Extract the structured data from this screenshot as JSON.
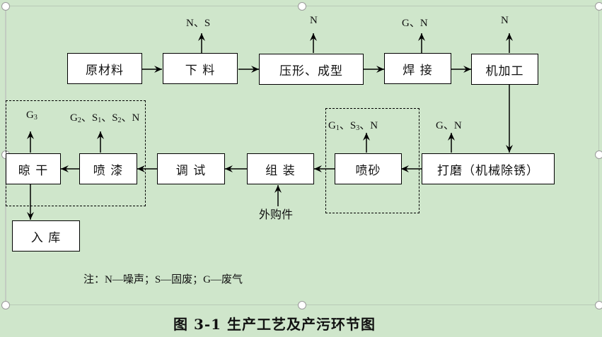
{
  "steps": {
    "raw_material": "原材料",
    "blanking": "下 料",
    "pressing": "压形、成型",
    "welding": "焊 接",
    "machining": "机加工",
    "grinding": "打磨（机械除锈）",
    "sandblasting": "喷砂",
    "assembly": "组 装",
    "debugging": "调 试",
    "painting": "喷 漆",
    "drying": "晾 干",
    "warehousing": "入 库"
  },
  "emissions": {
    "blanking": "N、S",
    "pressing": "N",
    "welding": "G、N",
    "machining": "N",
    "grinding": "G、N",
    "sandblasting": [
      "G",
      "1",
      "、S",
      "3",
      "、N"
    ],
    "painting": [
      "G",
      "2",
      "、S",
      "1",
      "、S",
      "2",
      "、N"
    ],
    "drying": [
      "G",
      "3"
    ]
  },
  "external_parts": "外购件",
  "note": "注：N—噪声；S—固废；G—废气",
  "caption": "图 3-1  生产工艺及产污环节图"
}
